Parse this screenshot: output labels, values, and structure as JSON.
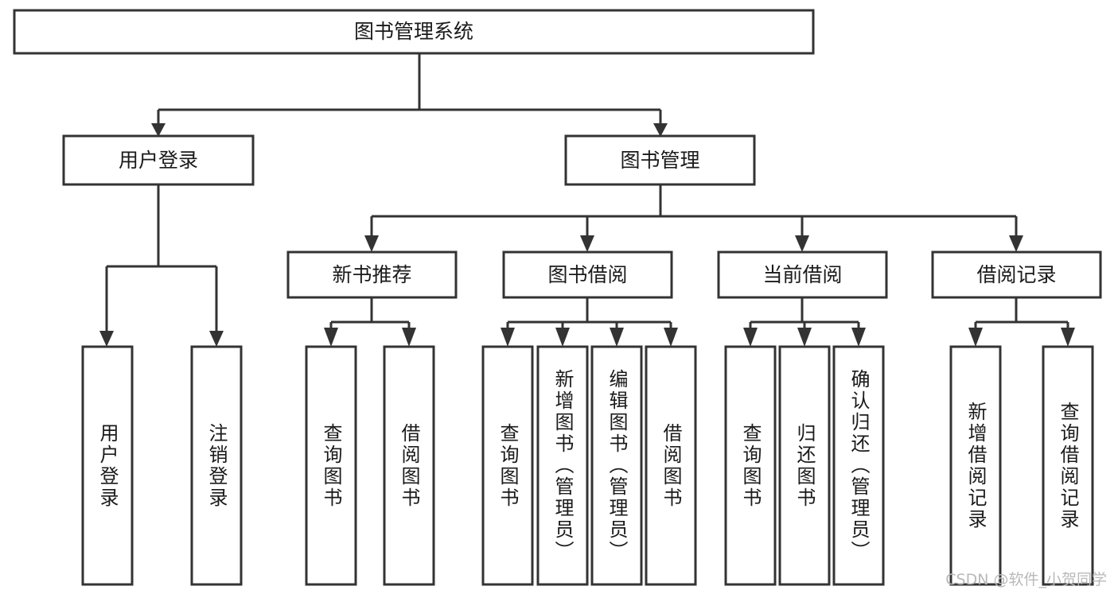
{
  "diagram": {
    "type": "tree-hierarchy",
    "title": "图书管理系统",
    "orientation": "top-down",
    "watermark": "CSDN @软件_小贺同学",
    "colors": {
      "stroke": "#333333",
      "fill": "#ffffff",
      "text": "#1a1a1a",
      "watermark": "#b9b9b9",
      "background": "#ffffff"
    },
    "nodes": {
      "root": {
        "label": "图书管理系统",
        "level": 0
      },
      "level1": [
        {
          "id": "user-login",
          "label": "用户登录"
        },
        {
          "id": "book-management",
          "label": "图书管理"
        }
      ],
      "level2": [
        {
          "id": "new-book-recommend",
          "label": "新书推荐",
          "parent": "book-management"
        },
        {
          "id": "book-borrow",
          "label": "图书借阅",
          "parent": "book-management"
        },
        {
          "id": "current-borrow",
          "label": "当前借阅",
          "parent": "book-management"
        },
        {
          "id": "borrow-record",
          "label": "借阅记录",
          "parent": "book-management"
        }
      ],
      "leaves": [
        {
          "id": "leaf-user-login",
          "label": "用户登录",
          "parent": "user-login"
        },
        {
          "id": "leaf-logout-login",
          "label": "注销登录",
          "parent": "user-login"
        },
        {
          "id": "leaf-query-book-1",
          "label": "查询图书",
          "parent": "new-book-recommend"
        },
        {
          "id": "leaf-borrow-book-1",
          "label": "借阅图书",
          "parent": "new-book-recommend"
        },
        {
          "id": "leaf-query-book-2",
          "label": "查询图书",
          "parent": "book-borrow"
        },
        {
          "id": "leaf-add-book",
          "label": "新增图书（管理员）",
          "parent": "book-borrow"
        },
        {
          "id": "leaf-edit-book",
          "label": "编辑图书（管理员）",
          "parent": "book-borrow"
        },
        {
          "id": "leaf-borrow-book-2",
          "label": "借阅图书",
          "parent": "book-borrow"
        },
        {
          "id": "leaf-query-book-3",
          "label": "查询图书",
          "parent": "current-borrow"
        },
        {
          "id": "leaf-return-book",
          "label": "归还图书",
          "parent": "current-borrow"
        },
        {
          "id": "leaf-confirm-return",
          "label": "确认归还（管理员）",
          "parent": "current-borrow"
        },
        {
          "id": "leaf-add-record",
          "label": "新增借阅记录",
          "parent": "borrow-record"
        },
        {
          "id": "leaf-query-record",
          "label": "查询借阅记录",
          "parent": "borrow-record"
        }
      ]
    }
  }
}
